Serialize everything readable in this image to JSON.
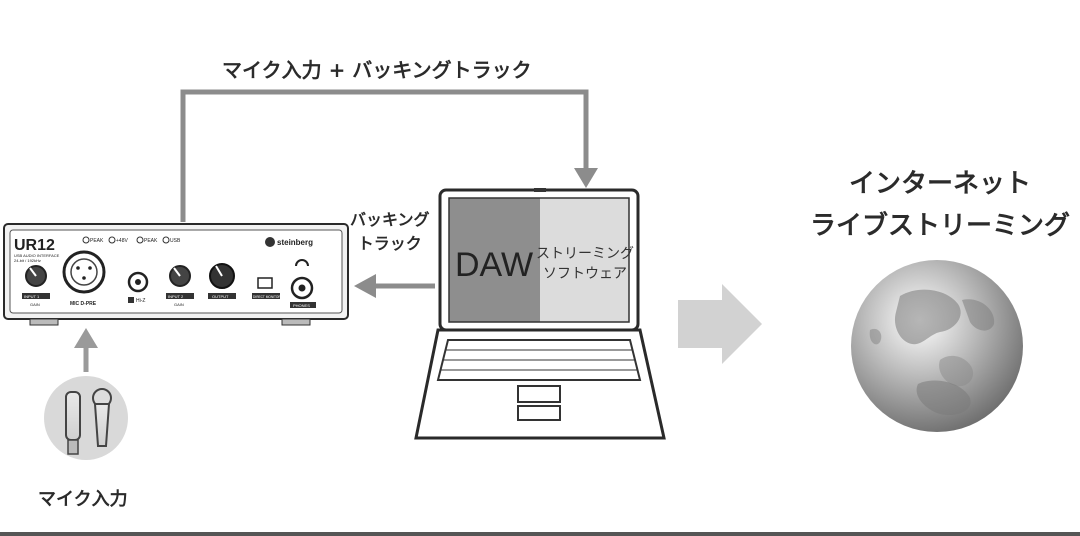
{
  "labels": {
    "top_signal": "マイク入力 + バッキングトラック",
    "backing_line1": "バッキング",
    "backing_line2": "トラック",
    "mic_input": "マイク入力",
    "internet_line1": "インターネット",
    "internet_line2": "ライブストリーミング"
  },
  "interface": {
    "model": "UR12",
    "brand": "steinberg",
    "subtitle_line1": "USB AUDIO INTERFACE",
    "subtitle_line2": "24-bit / 192kHz",
    "peak1": "PEAK",
    "phantom": "+48V",
    "peak2": "PEAK",
    "usb": "USB",
    "input1_label": "INPUT 1",
    "mic_label": "MIC D-PRE",
    "hiz_label": "Hi-Z",
    "input2_label": "INPUT 2",
    "output_label": "OUTPUT",
    "direct_monitor": "DIRECT MONITOR",
    "phones": "PHONES",
    "gain": "GAIN"
  },
  "laptop": {
    "left_app": "DAW",
    "right_app_line1": "ストリーミング",
    "right_app_line2": "ソフトウェア"
  },
  "colors": {
    "line": "#8c8c8c",
    "screen_left": "#8e8e8e",
    "screen_right": "#dcdcdc",
    "arrow_light": "#d2d2d2",
    "outline": "#2a2a2a"
  }
}
